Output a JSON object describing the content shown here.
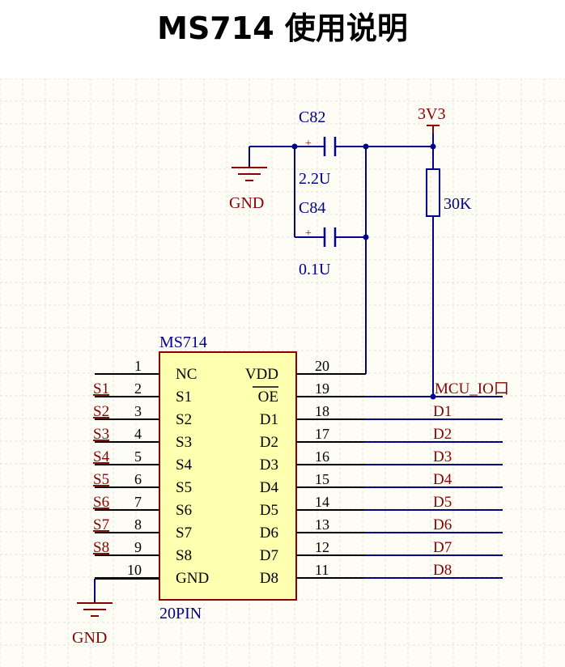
{
  "title": "MS714 使用说明",
  "colors": {
    "background": "#fdfdf5",
    "grid": "#d9d9d0",
    "wire": "#00008b",
    "component": "#8b0000",
    "label": "#8b0000",
    "chip_fill": "#ffffb0",
    "chip_border": "#8b0000",
    "junction": "#00008b"
  },
  "schematic": {
    "chip": {
      "designator": "MS714",
      "package": "20PIN",
      "left_pins": [
        {
          "num": "1",
          "name": "NC",
          "net": ""
        },
        {
          "num": "2",
          "name": "S1",
          "net": "S1"
        },
        {
          "num": "3",
          "name": "S2",
          "net": "S2"
        },
        {
          "num": "4",
          "name": "S3",
          "net": "S3"
        },
        {
          "num": "5",
          "name": "S4",
          "net": "S4"
        },
        {
          "num": "6",
          "name": "S5",
          "net": "S5"
        },
        {
          "num": "7",
          "name": "S6",
          "net": "S6"
        },
        {
          "num": "8",
          "name": "S7",
          "net": "S7"
        },
        {
          "num": "9",
          "name": "S8",
          "net": "S8"
        },
        {
          "num": "10",
          "name": "GND",
          "net": ""
        }
      ],
      "right_pins": [
        {
          "num": "20",
          "name": "VDD",
          "net": ""
        },
        {
          "num": "19",
          "name": "OE",
          "net": "MCU_IO口"
        },
        {
          "num": "18",
          "name": "D1",
          "net": "D1"
        },
        {
          "num": "17",
          "name": "D2",
          "net": "D2"
        },
        {
          "num": "16",
          "name": "D3",
          "net": "D3"
        },
        {
          "num": "15",
          "name": "D4",
          "net": "D4"
        },
        {
          "num": "14",
          "name": "D5",
          "net": "D5"
        },
        {
          "num": "13",
          "name": "D6",
          "net": "D6"
        },
        {
          "num": "12",
          "name": "D7",
          "net": "D7"
        },
        {
          "num": "11",
          "name": "D8",
          "net": "D8"
        }
      ]
    },
    "c82": {
      "designator": "C82",
      "value": "2.2U"
    },
    "c84": {
      "designator": "C84",
      "value": "0.1U"
    },
    "resistor": {
      "value": "30K"
    },
    "power": "3V3",
    "gnd_top": "GND",
    "gnd_bottom": "GND",
    "plus_sign": "+"
  }
}
